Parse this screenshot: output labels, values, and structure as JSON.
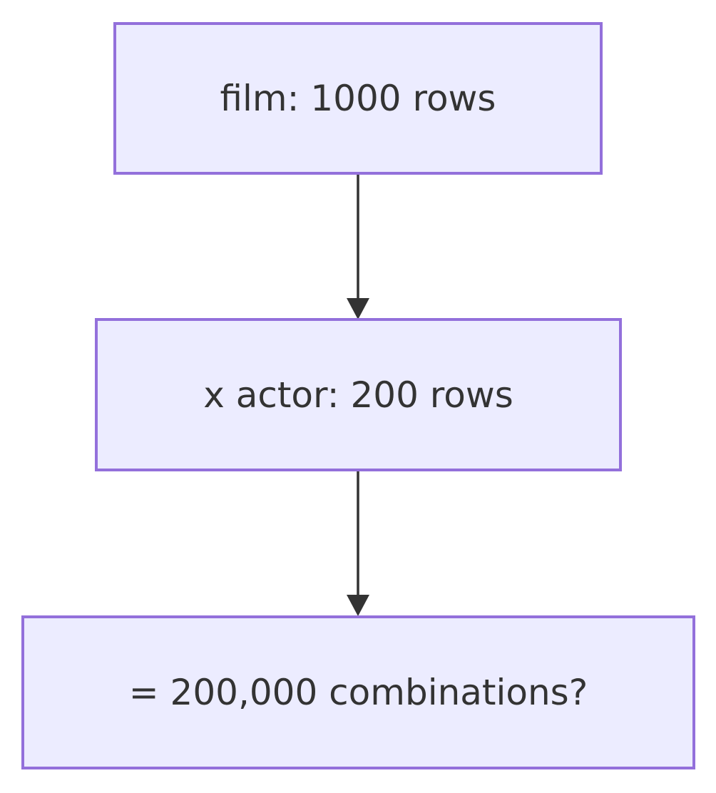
{
  "diagram": {
    "type": "flowchart",
    "direction": "top-down",
    "nodes": [
      {
        "id": "film",
        "label": "film: 1000 rows"
      },
      {
        "id": "actor",
        "label": "x actor: 200 rows"
      },
      {
        "id": "result",
        "label": "= 200,000 combinations?"
      }
    ],
    "edges": [
      {
        "from": "film",
        "to": "actor",
        "arrow": "down"
      },
      {
        "from": "actor",
        "to": "result",
        "arrow": "down"
      }
    ],
    "colors": {
      "node_fill": "#ECECFF",
      "node_border": "#9370DB",
      "label_text": "#333333",
      "arrow": "#333333",
      "background": "#FFFFFF"
    }
  }
}
